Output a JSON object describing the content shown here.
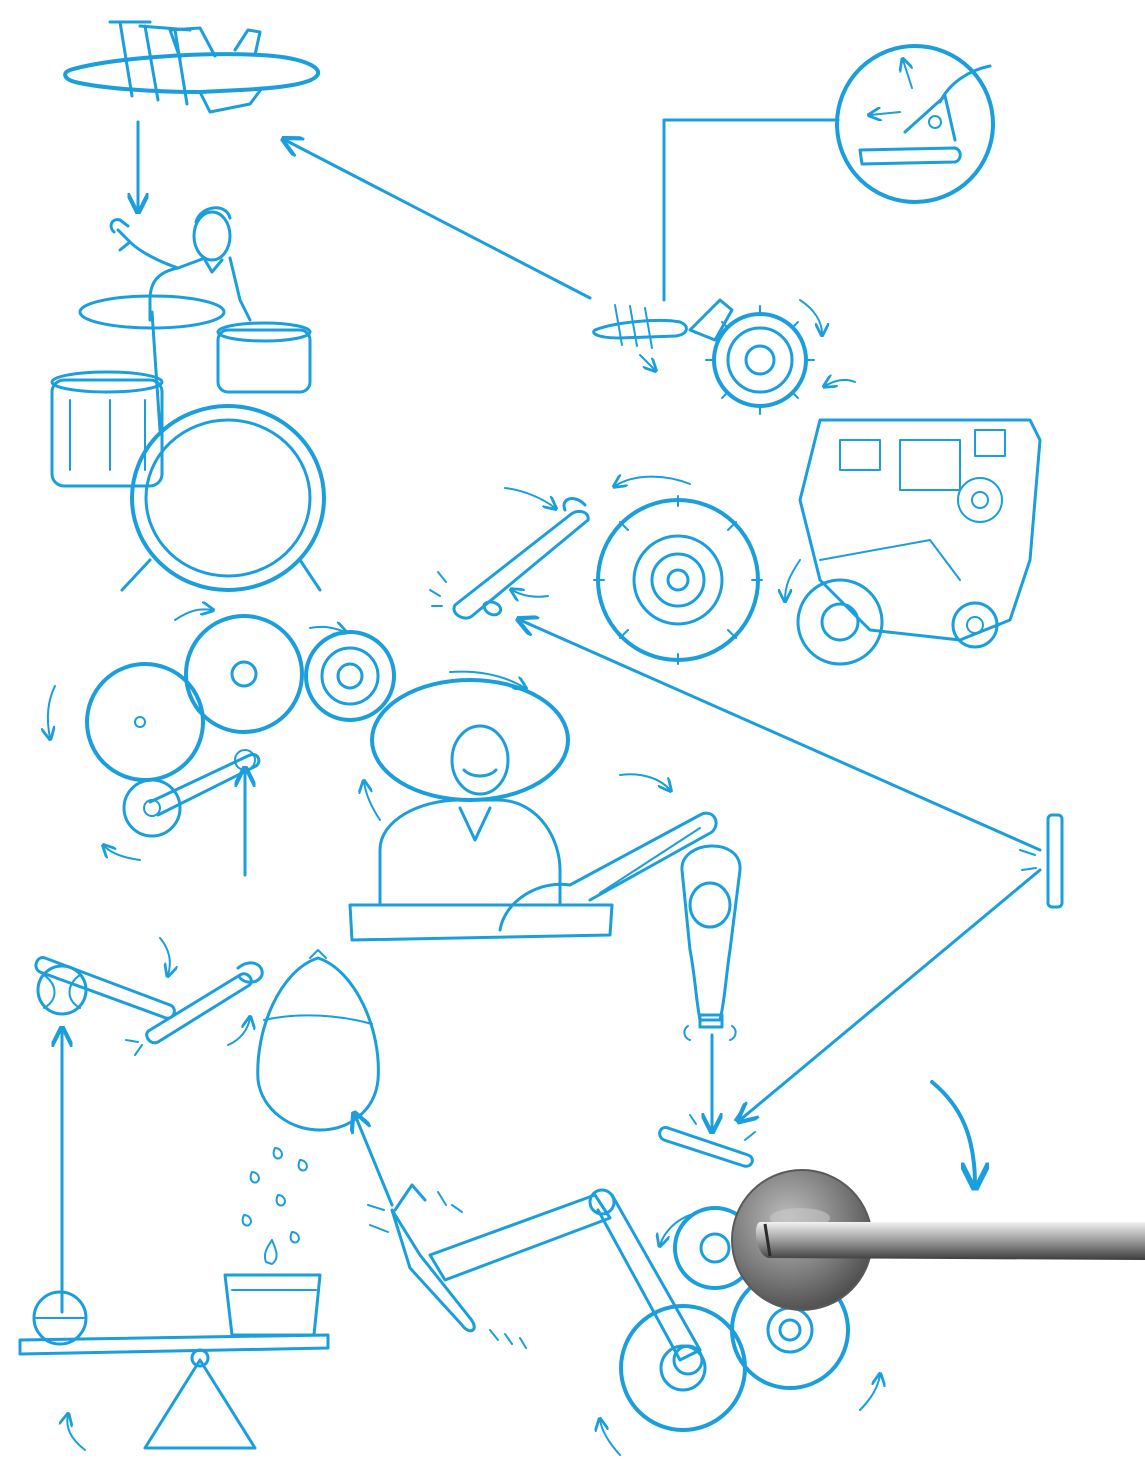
{
  "diagram": {
    "style": "hand-drawn blue line illustration of a chain-reaction machine ending in a door handle",
    "colors": {
      "line": "#1a9fdc",
      "background": "#ffffff",
      "handle_light": "#d9d9d9",
      "handle_dark": "#6b6b6b"
    },
    "components": [
      "airplane",
      "drummer",
      "drum-kit",
      "inset-circle",
      "small-airplane-mechanism",
      "machine-block",
      "lever-and-large-gear",
      "gear-train-top-left",
      "mariachi-guitarist",
      "ketchup-bottle",
      "mirror-reflector",
      "tennis-ball",
      "seesaw-levers",
      "water-balloon",
      "water-drops",
      "glass-with-candle",
      "balance-scale",
      "knife-arm",
      "bottom-gears",
      "door-handle"
    ]
  }
}
